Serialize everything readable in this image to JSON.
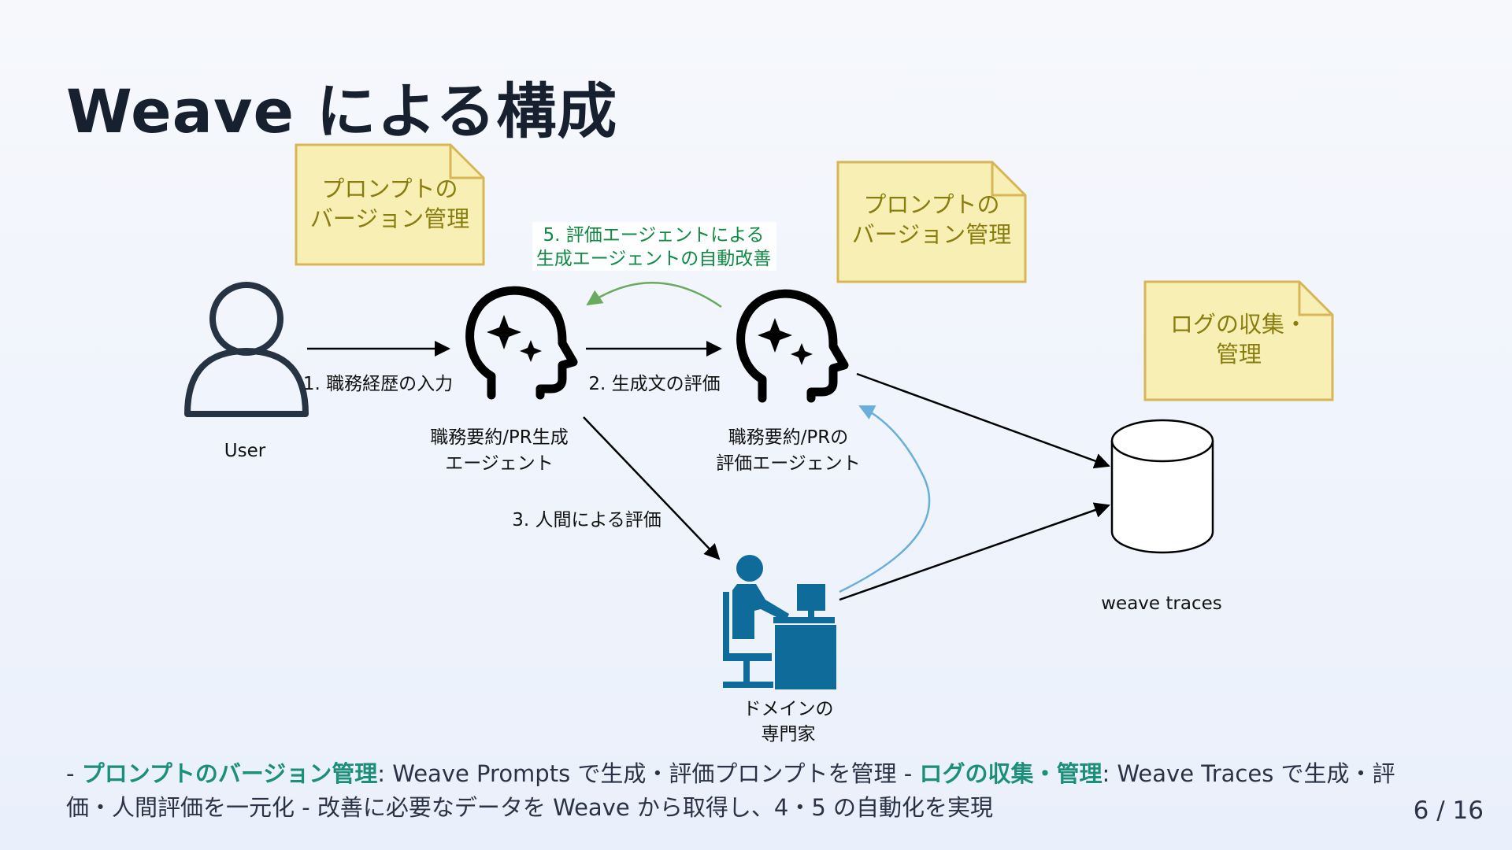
{
  "slide": {
    "title": "Weave による構成",
    "page": "6 / 16"
  },
  "notes": [
    {
      "lines": [
        "プロンプトの",
        "バージョン管理"
      ]
    },
    {
      "lines": [
        "プロンプトの",
        "バージョン管理"
      ]
    },
    {
      "lines": [
        "ログの収集・",
        "管理"
      ]
    }
  ],
  "nodes": {
    "user": "User",
    "gen_agent": [
      "職務要約/PR生成",
      "エージェント"
    ],
    "eval_agent": [
      "職務要約/PRの",
      "評価エージェント"
    ],
    "expert": [
      "ドメインの",
      "専門家"
    ],
    "db": "weave traces"
  },
  "edges": {
    "input": "1. 職務経歴の入力",
    "evaluate": "2. 生成文の評価",
    "human": "3. 人間による評価",
    "auto": [
      "5. 評価エージェントによる",
      "生成エージェントの自動改善"
    ]
  },
  "caption": {
    "p1": "- ",
    "accent1": "プロンプトのバージョン管理",
    "p2": ": Weave Prompts で生成・評価プロンプトを管理 - ",
    "accent2": "ログの収集・管理",
    "p3": ": Weave Traces で生成・評価・人間評価を一元化 - 改善に必要なデータを Weave から取得し、4・5 の自動化を実現"
  },
  "colors": {
    "note_fill": "#f8efb5",
    "note_border": "#d6b656",
    "accent_teal": "#1b8f7a",
    "arrow_green": "#6aaa5e",
    "arrow_blue": "#6aaedc",
    "expert_blue": "#0f6b9a"
  },
  "icons": [
    "user-icon",
    "ai-head-icon",
    "expert-desk-icon",
    "database-icon"
  ]
}
